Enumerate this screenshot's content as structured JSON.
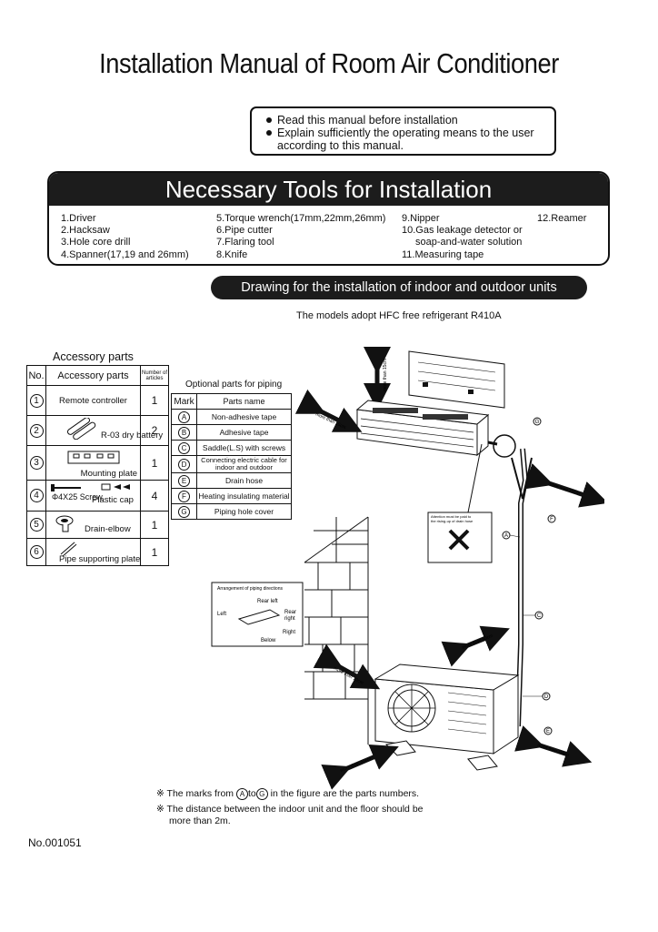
{
  "title": "Installation Manual of Room Air Conditioner",
  "notice": {
    "line1": "Read this manual before installation",
    "line2": "Explain sufficiently the operating means to the user",
    "line3": "according to this manual."
  },
  "tools": {
    "heading": "Necessary Tools for Installation",
    "col1": [
      "1.Driver",
      "2.Hacksaw",
      "3.Hole core drill",
      "4.Spanner(17,19 and 26mm)"
    ],
    "col2": [
      "5.Torque wrench(17mm,22mm,26mm)",
      "6.Pipe cutter",
      "7.Flaring tool",
      "8.Knife"
    ],
    "col3": [
      "9.Nipper",
      "10.Gas leakage detector or",
      "soap-and-water solution",
      "11.Measuring tape"
    ],
    "col4": [
      "12.Reamer"
    ]
  },
  "drawing_heading": "Drawing for the installation of indoor and outdoor units",
  "models_note": "The models adopt HFC free refrigerant R410A",
  "accessory": {
    "title": "Accessory parts",
    "headers": {
      "no": "No.",
      "parts": "Accessory parts",
      "number": "Number of articles"
    },
    "rows": [
      {
        "no": "1",
        "name": "Remote controller",
        "qty": "1"
      },
      {
        "no": "2",
        "name": "R-03 dry battery",
        "qty": "2"
      },
      {
        "no": "3",
        "name": "Mounting plate",
        "qty": "1"
      },
      {
        "no": "4",
        "name": "Φ4X25 Screw",
        "name2": "Plastic cap",
        "qty": "4"
      },
      {
        "no": "5",
        "name": "Drain-elbow",
        "qty": "1"
      },
      {
        "no": "6",
        "name": "Pipe supporting plate",
        "qty": "1"
      }
    ]
  },
  "optional": {
    "title": "Optional parts for piping",
    "headers": {
      "mark": "Mark",
      "name": "Parts name"
    },
    "rows": [
      {
        "mark": "A",
        "name": "Non-adhesive tape"
      },
      {
        "mark": "B",
        "name": "Adhesive tape"
      },
      {
        "mark": "C",
        "name": "Saddle(L.S) with screws"
      },
      {
        "mark": "D",
        "name": "Connecting electric cable for indoor and outdoor"
      },
      {
        "mark": "E",
        "name": "Drain hose"
      },
      {
        "mark": "F",
        "name": "Heating insulating material"
      },
      {
        "mark": "G",
        "name": "Piping hole cover"
      }
    ]
  },
  "figure": {
    "piping_title": "Arrangement of piping directions",
    "rear_left": "Rear left",
    "left": "Left",
    "rear_right_1": "Rear",
    "rear_right_2": "right",
    "right": "Right",
    "below": "Below",
    "more_15": "more than 15cm",
    "more_10": "more than 10cm",
    "more_60": "more than 60cm",
    "more_5": "more than 5cm",
    "drain_note_1": "Attention must be paid to",
    "drain_note_2": "the rising-up of drain hose",
    "mark_a": "A",
    "mark_c": "C",
    "mark_d": "D",
    "mark_e": "E",
    "mark_f": "F",
    "mark_g": "G"
  },
  "notes": {
    "n1_pre": "The marks from",
    "n1_a": "A",
    "n1_mid": "to",
    "n1_g": "G",
    "n1_post": "in the figure are the parts numbers.",
    "n2_line1": "The distance between the indoor unit and the floor should be",
    "n2_line2": "more than 2m.",
    "symbol": "※"
  },
  "doc_number": "No.001051"
}
